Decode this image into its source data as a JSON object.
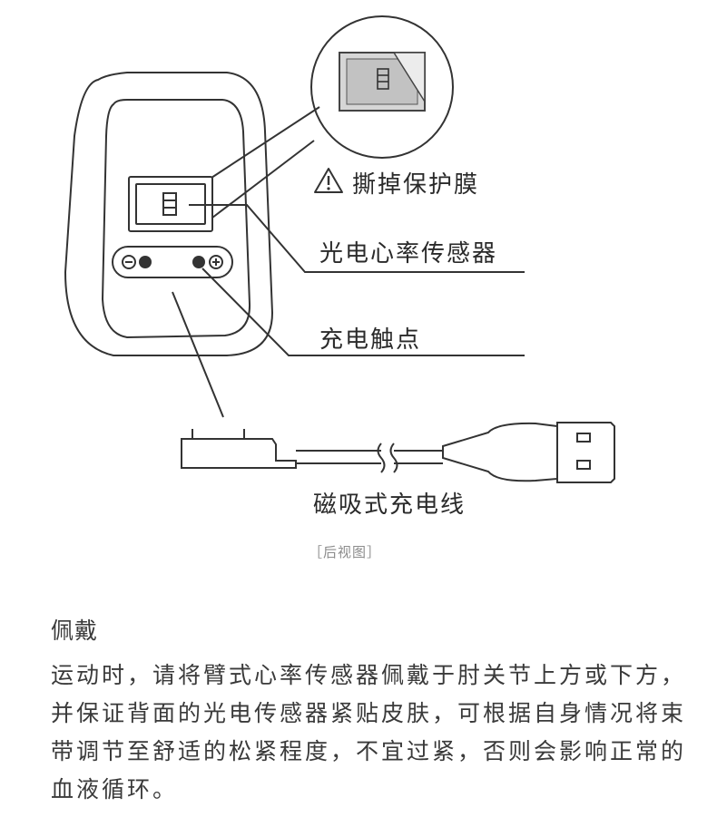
{
  "labels": {
    "peel_film": "撕掉保护膜",
    "optical_hr_sensor": "光电心率传感器",
    "charging_contacts": "充电触点",
    "magnetic_cable": "磁吸式充电线",
    "rear_view": "［后视图］"
  },
  "wearing": {
    "title": "佩戴",
    "body": "运动时，请将臂式心率传感器佩戴于肘关节上方或下方，并保证背面的光电传感器紧贴皮肤，可根据自身情况将束带调节至舒适的松紧程度，不宜过紧，否则会影响正常的血液循环。"
  },
  "icons": [
    "warning-icon",
    "minus-icon",
    "plus-icon"
  ]
}
